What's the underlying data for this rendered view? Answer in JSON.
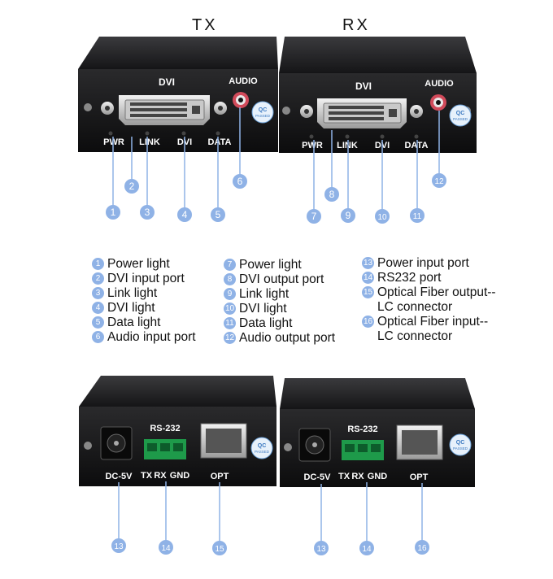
{
  "titles": {
    "tx": "TX",
    "rx": "RX"
  },
  "panel_labels": {
    "dvi": "DVI",
    "audio": "AUDIO",
    "pwr": "PWR",
    "link": "LINK",
    "dvi_led": "DVI",
    "data": "DATA",
    "rs232": "RS-232",
    "dc5v": "DC-5V",
    "tx": "TX",
    "rx": "RX",
    "gnd": "GND",
    "opt": "OPT",
    "qc": "QC",
    "passed": "PASSED"
  },
  "callouts": [
    "1",
    "2",
    "3",
    "4",
    "5",
    "6",
    "7",
    "8",
    "9",
    "10",
    "11",
    "12",
    "13",
    "14",
    "15",
    "16"
  ],
  "legend": {
    "col1": [
      {
        "num": "1",
        "text": "Power light"
      },
      {
        "num": "2",
        "text": "DVI input port"
      },
      {
        "num": "3",
        "text": "Link light"
      },
      {
        "num": "4",
        "text": "DVI light"
      },
      {
        "num": "5",
        "text": "Data light"
      },
      {
        "num": "6",
        "text": "Audio input port"
      }
    ],
    "col2": [
      {
        "num": "7",
        "text": "Power light"
      },
      {
        "num": "8",
        "text": "DVI output port"
      },
      {
        "num": "9",
        "text": "Link light"
      },
      {
        "num": "10",
        "text": "DVI light"
      },
      {
        "num": "11",
        "text": "Data light"
      },
      {
        "num": "12",
        "text": "Audio output port"
      }
    ],
    "col3": [
      {
        "num": "13",
        "text": "Power input port"
      },
      {
        "num": "14",
        "text": "RS232 port"
      },
      {
        "num": "15",
        "text": "Optical Fiber output-- LC connector"
      },
      {
        "num": "16",
        "text": "Optical Fiber input-- LC connector"
      }
    ]
  },
  "colors": {
    "callout": "#8fb2e6",
    "device": "#1c1c1e",
    "line": "#8fb2e6"
  }
}
